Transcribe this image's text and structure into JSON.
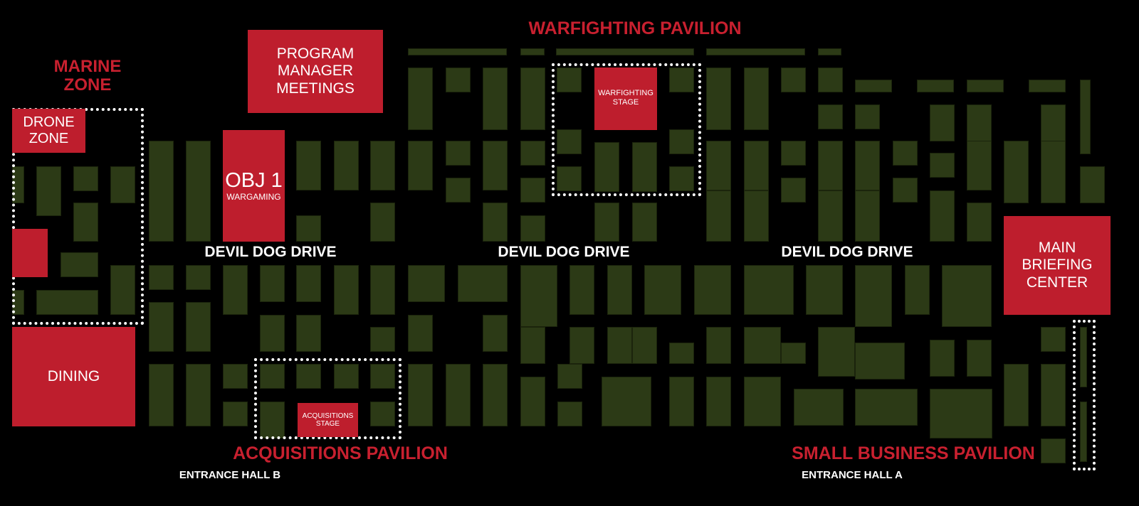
{
  "pavilions": {
    "warfighting": "WARFIGHTING PAVILION",
    "marine_zone": [
      "MARINE",
      "ZONE"
    ],
    "acquisitions": "ACQUISITIONS PAVILION",
    "small_business": "SMALL BUSINESS PAVILION"
  },
  "roads": [
    "DEVIL DOG DRIVE",
    "DEVIL DOG DRIVE",
    "DEVIL DOG DRIVE"
  ],
  "entrances": {
    "b": "ENTRANCE HALL B",
    "a": "ENTRANCE HALL A"
  },
  "areas": {
    "program_manager": [
      "PROGRAM",
      "MANAGER",
      "MEETINGS"
    ],
    "drone_zone": [
      "DRONE",
      "ZONE"
    ],
    "obj1": {
      "title": "OBJ 1",
      "sub": "WARGAMING"
    },
    "warfighting_stage": [
      "WARFIGHTING",
      "STAGE"
    ],
    "main_briefing": [
      "MAIN",
      "BRIEFING",
      "CENTER"
    ],
    "dining": "DINING",
    "acquisitions_stage": [
      "ACQUISITIONS",
      "STAGE"
    ]
  },
  "colors": {
    "booth": "#2c3a16",
    "feature": "#be1e2d",
    "pavilion_text": "#c8202f"
  }
}
